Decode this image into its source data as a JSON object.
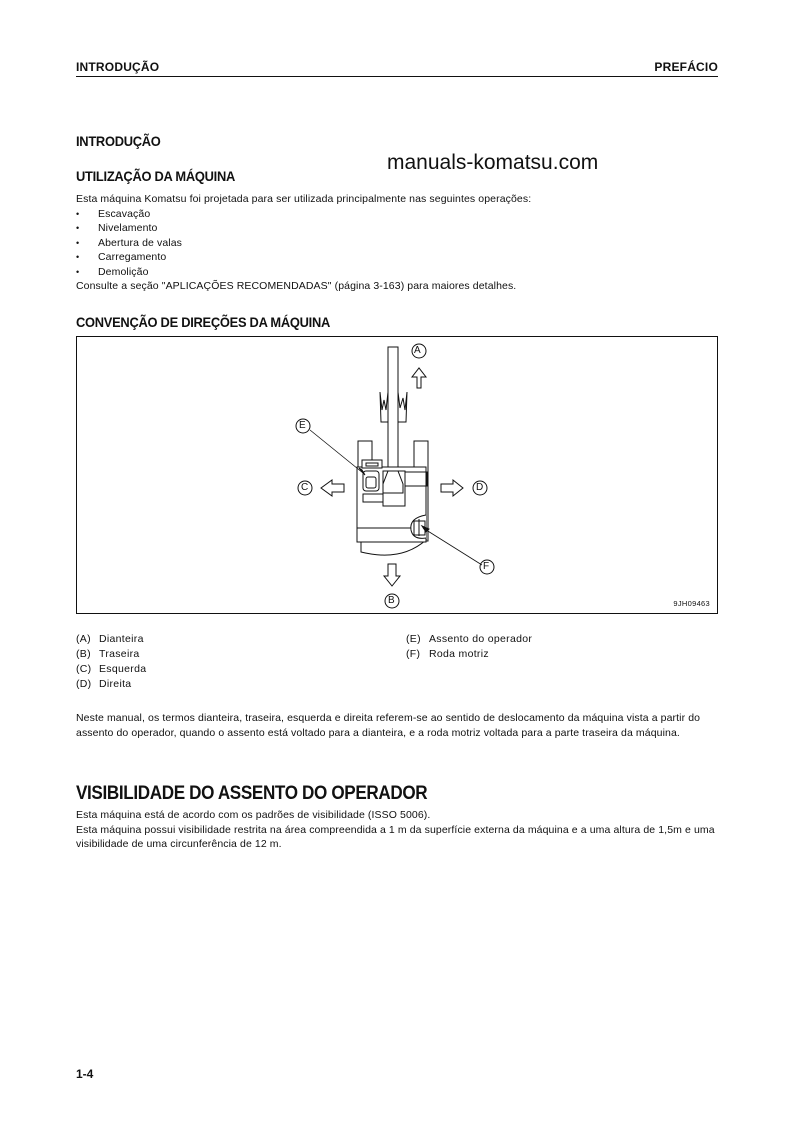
{
  "header": {
    "left": "INTRODUÇÃO",
    "right": "PREFÁCIO"
  },
  "watermark": "manuals-komatsu.com",
  "section_intro": {
    "title": "INTRODUÇÃO"
  },
  "section_usage": {
    "title": "UTILIZAÇÃO DA MÁQUINA",
    "intro": "Esta máquina Komatsu foi projetada para ser utilizada principalmente nas seguintes operações:",
    "operations": [
      "Escavação",
      "Nivelamento",
      "Abertura de valas",
      "Carregamento",
      "Demolição"
    ],
    "reference": "Consulte a seção \"APLICAÇÕES RECOMENDADAS\" (página 3-163) para maiores detalhes."
  },
  "section_directions": {
    "title": "CONVENÇÃO DE DIREÇÕES DA MÁQUINA",
    "figure": {
      "code": "9JH09463",
      "callouts": {
        "A": "A",
        "B": "B",
        "C": "C",
        "D": "D",
        "E": "E",
        "F": "F"
      }
    },
    "legend_left": [
      {
        "key": "(A)",
        "label": "Dianteira"
      },
      {
        "key": "(B)",
        "label": "Traseira"
      },
      {
        "key": "(C)",
        "label": "Esquerda"
      },
      {
        "key": "(D)",
        "label": "Direita"
      }
    ],
    "legend_right": [
      {
        "key": "(E)",
        "label": "Assento do operador"
      },
      {
        "key": "(F)",
        "label": "Roda motriz"
      }
    ],
    "paragraph": "Neste manual, os termos dianteira, traseira, esquerda e direita referem-se ao sentido de deslocamento da máquina vista a partir do assento do operador, quando o assento está voltado para a dianteira, e a roda motriz voltada para a parte traseira da máquina."
  },
  "section_visibility": {
    "title": "VISIBILIDADE DO ASSENTO DO OPERADOR",
    "line1": "Esta máquina está de acordo com os padrões de visibilidade (ISSO 5006).",
    "line2": "Esta máquina possui visibilidade restrita na área compreendida a 1 m da superfície externa da máquina e a uma altura de 1,5m e uma visibilidade de uma circunferência de 12 m."
  },
  "footer": {
    "page_number": "1-4"
  }
}
